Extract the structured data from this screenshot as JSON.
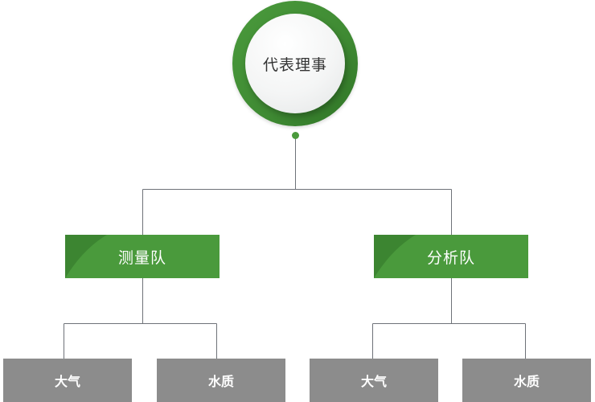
{
  "chart": {
    "root": {
      "label": "代表理事"
    },
    "teams": [
      {
        "label": "测量队",
        "children": [
          {
            "label": "大气"
          },
          {
            "label": "水质"
          }
        ]
      },
      {
        "label": "分析队",
        "children": [
          {
            "label": "大气"
          },
          {
            "label": "水质"
          }
        ]
      }
    ]
  },
  "colors": {
    "green": "#4a9a3c",
    "dark_green": "#3c8531",
    "grey_box": "#8c8c8c",
    "line": "#6e7278"
  }
}
